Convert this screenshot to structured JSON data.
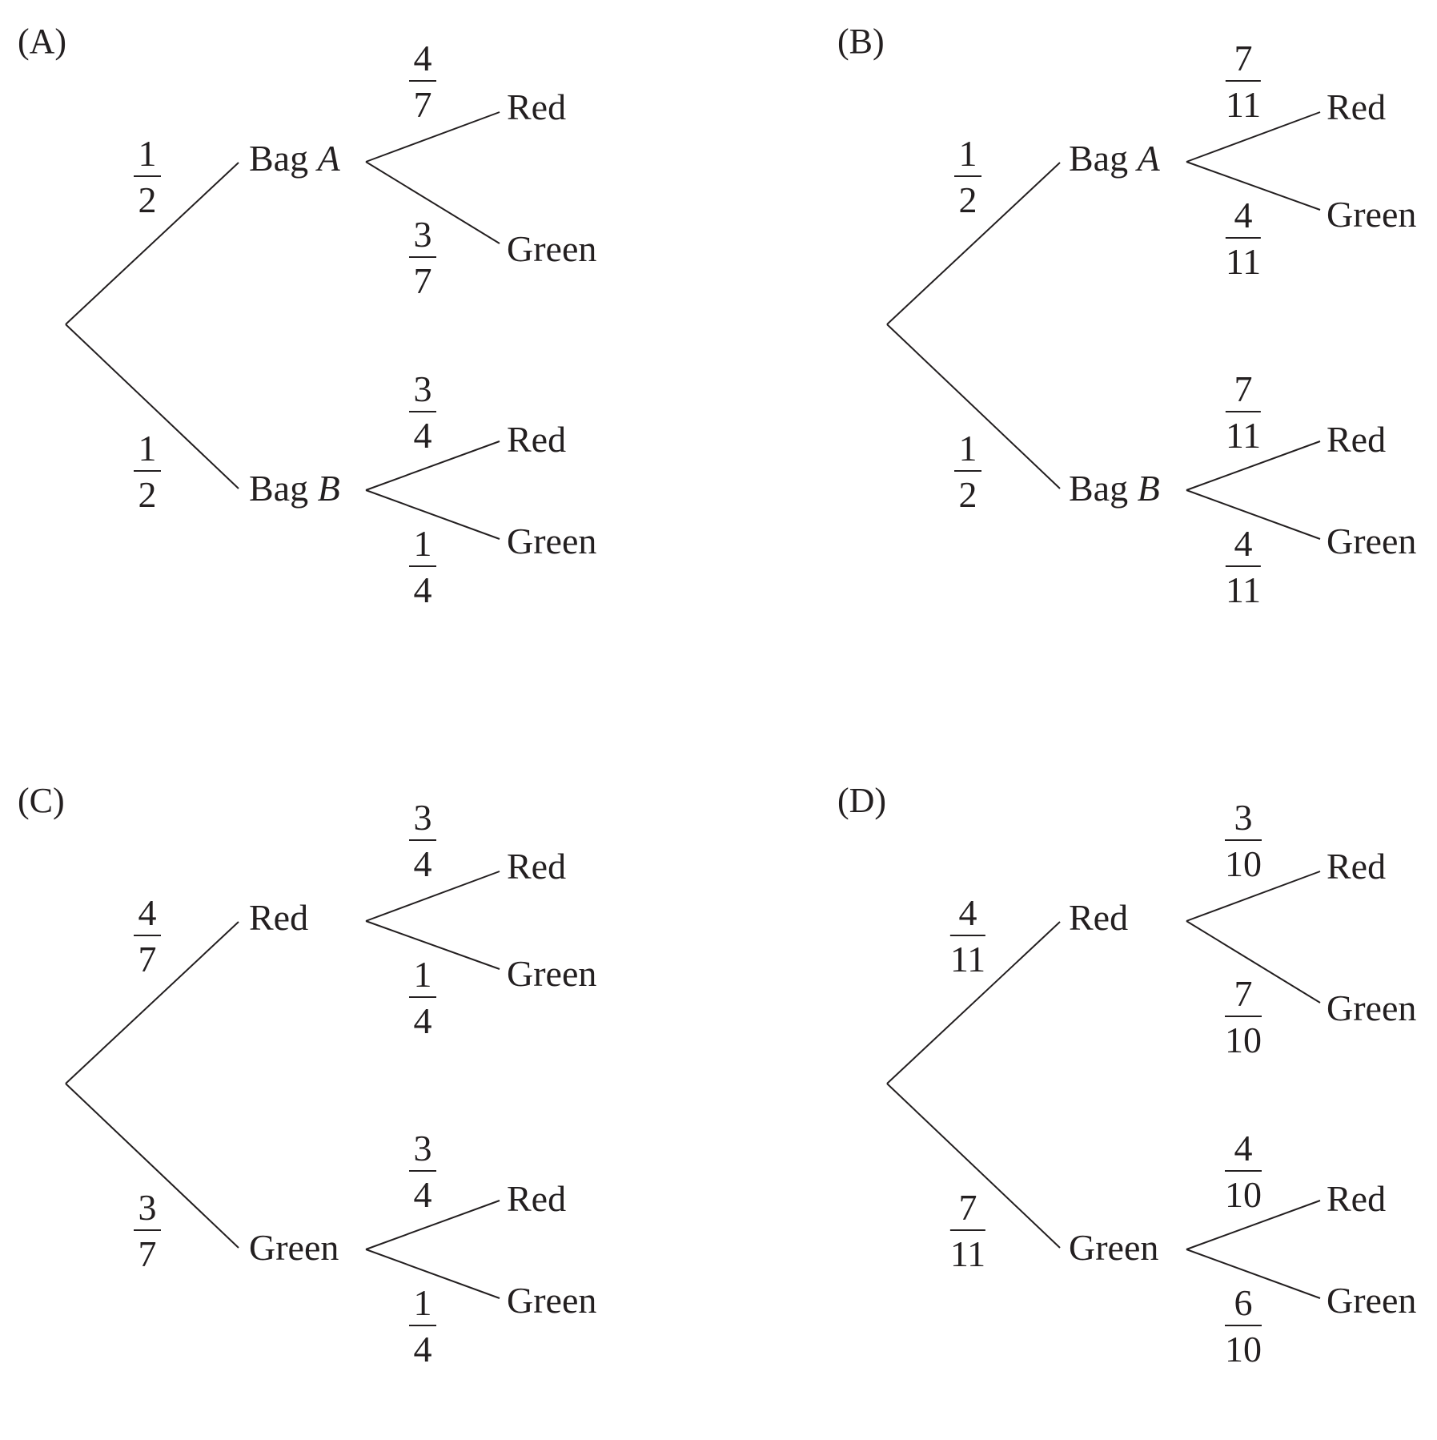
{
  "panels": [
    {
      "label": "(A)",
      "first": [
        {
          "name": "Bag",
          "italic": "A",
          "prob": {
            "num": "1",
            "den": "2"
          },
          "branches": [
            {
              "name": "Red",
              "prob": {
                "num": "4",
                "den": "7"
              }
            },
            {
              "name": "Green",
              "prob": {
                "num": "3",
                "den": "7"
              }
            }
          ]
        },
        {
          "name": "Bag",
          "italic": "B",
          "prob": {
            "num": "1",
            "den": "2"
          },
          "branches": [
            {
              "name": "Red",
              "prob": {
                "num": "3",
                "den": "4"
              }
            },
            {
              "name": "Green",
              "prob": {
                "num": "1",
                "den": "4"
              }
            }
          ]
        }
      ]
    },
    {
      "label": "(B)",
      "first": [
        {
          "name": "Bag",
          "italic": "A",
          "prob": {
            "num": "1",
            "den": "2"
          },
          "branches": [
            {
              "name": "Red",
              "prob": {
                "num": "7",
                "den": "11"
              }
            },
            {
              "name": "Green",
              "prob": {
                "num": "4",
                "den": "11"
              }
            }
          ]
        },
        {
          "name": "Bag",
          "italic": "B",
          "prob": {
            "num": "1",
            "den": "2"
          },
          "branches": [
            {
              "name": "Red",
              "prob": {
                "num": "7",
                "den": "11"
              }
            },
            {
              "name": "Green",
              "prob": {
                "num": "4",
                "den": "11"
              }
            }
          ]
        }
      ]
    },
    {
      "label": "(C)",
      "first": [
        {
          "name": "Red",
          "italic": "",
          "prob": {
            "num": "4",
            "den": "7"
          },
          "branches": [
            {
              "name": "Red",
              "prob": {
                "num": "3",
                "den": "4"
              }
            },
            {
              "name": "Green",
              "prob": {
                "num": "1",
                "den": "4"
              }
            }
          ]
        },
        {
          "name": "Green",
          "italic": "",
          "prob": {
            "num": "3",
            "den": "7"
          },
          "branches": [
            {
              "name": "Red",
              "prob": {
                "num": "3",
                "den": "4"
              }
            },
            {
              "name": "Green",
              "prob": {
                "num": "1",
                "den": "4"
              }
            }
          ]
        }
      ]
    },
    {
      "label": "(D)",
      "first": [
        {
          "name": "Red",
          "italic": "",
          "prob": {
            "num": "4",
            "den": "11"
          },
          "branches": [
            {
              "name": "Red",
              "prob": {
                "num": "3",
                "den": "10"
              }
            },
            {
              "name": "Green",
              "prob": {
                "num": "7",
                "den": "10"
              }
            }
          ]
        },
        {
          "name": "Green",
          "italic": "",
          "prob": {
            "num": "7",
            "den": "11"
          },
          "branches": [
            {
              "name": "Red",
              "prob": {
                "num": "4",
                "den": "10"
              }
            },
            {
              "name": "Green",
              "prob": {
                "num": "6",
                "den": "10"
              }
            }
          ]
        }
      ]
    }
  ]
}
